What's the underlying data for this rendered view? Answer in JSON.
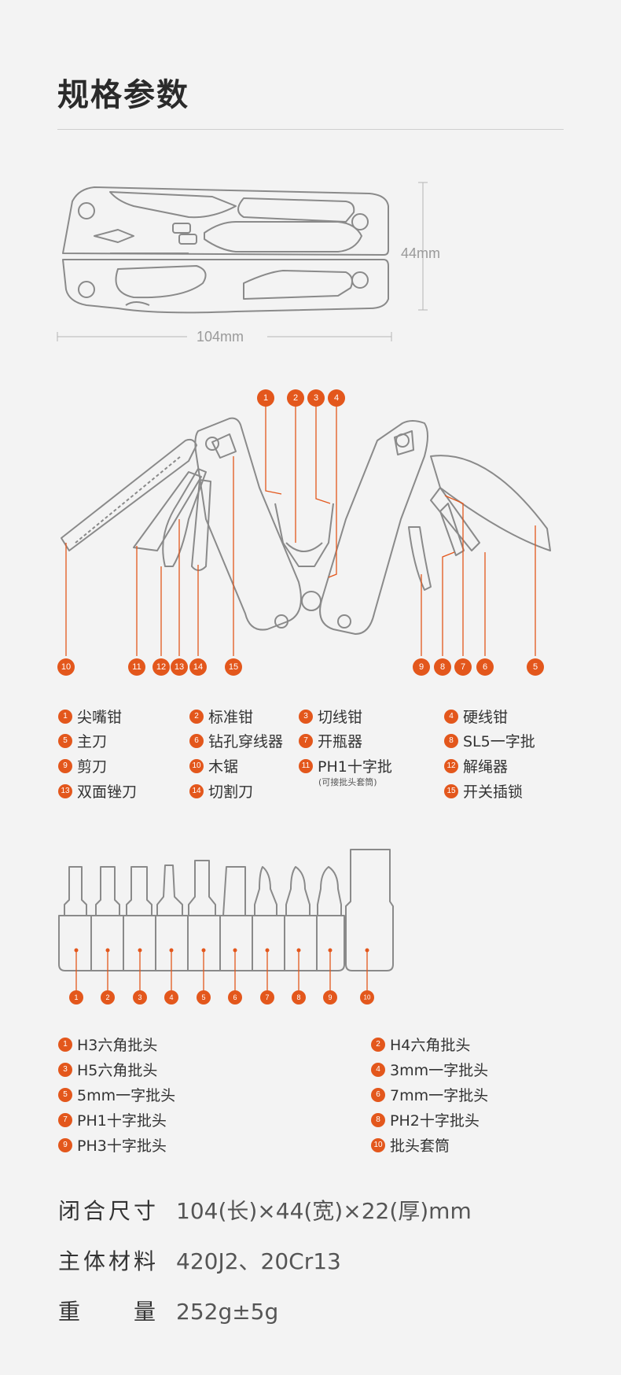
{
  "title": "规格参数",
  "dimensions": {
    "height": "44mm",
    "length": "104mm"
  },
  "tool_legend": [
    {
      "num": "1",
      "label": "尖嘴钳"
    },
    {
      "num": "2",
      "label": "标准钳"
    },
    {
      "num": "3",
      "label": "切线钳"
    },
    {
      "num": "4",
      "label": "硬线钳"
    },
    {
      "num": "5",
      "label": "主刀"
    },
    {
      "num": "6",
      "label": "钻孔穿线器"
    },
    {
      "num": "7",
      "label": "开瓶器"
    },
    {
      "num": "8",
      "label": "SL5一字批"
    },
    {
      "num": "9",
      "label": "剪刀"
    },
    {
      "num": "10",
      "label": "木锯"
    },
    {
      "num": "11",
      "label": "PH1十字批"
    },
    {
      "num": "12",
      "label": "解绳器"
    },
    {
      "num": "13",
      "label": "双面锉刀"
    },
    {
      "num": "14",
      "label": "切割刀"
    },
    {
      "num": "15",
      "label": "开关插锁"
    }
  ],
  "tool_note": "(可接批头套筒)",
  "bit_legend": [
    {
      "num": "1",
      "label": "H3六角批头"
    },
    {
      "num": "2",
      "label": "H4六角批头"
    },
    {
      "num": "3",
      "label": "H5六角批头"
    },
    {
      "num": "4",
      "label": "3mm一字批头"
    },
    {
      "num": "5",
      "label": "5mm一字批头"
    },
    {
      "num": "6",
      "label": "7mm一字批头"
    },
    {
      "num": "7",
      "label": "PH1十字批头"
    },
    {
      "num": "8",
      "label": "PH2十字批头"
    },
    {
      "num": "9",
      "label": "PH3十字批头"
    },
    {
      "num": "10",
      "label": "批头套筒"
    }
  ],
  "specs": [
    {
      "label": "闭合尺寸",
      "value": "104(长)×44(宽)×22(厚)mm"
    },
    {
      "label": "主体材料",
      "value": "420J2、20Cr13"
    },
    {
      "label": "重　　量",
      "value": "252g±5g"
    }
  ],
  "colors": {
    "accent": "#e3571c",
    "line": "#8a8a8a",
    "background": "#f3f3f3"
  }
}
